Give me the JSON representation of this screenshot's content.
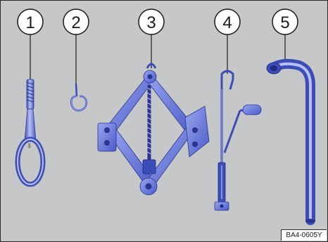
{
  "figure": {
    "callouts": [
      "1",
      "2",
      "3",
      "4",
      "5"
    ],
    "code": "BA4-0605Y"
  },
  "tools": [
    {
      "number": "1",
      "icon": "towing-eye-icon"
    },
    {
      "number": "2",
      "icon": "wire-hook-icon"
    },
    {
      "number": "3",
      "icon": "scissor-jack-icon"
    },
    {
      "number": "4",
      "icon": "jack-crank-handle-icon"
    },
    {
      "number": "5",
      "icon": "wheel-wrench-icon"
    }
  ],
  "colors": {
    "background": "#c6c7c8",
    "tool_fill": "#7f8ee6",
    "tool_dark": "#3c4db8",
    "tool_light": "#b6c0f4",
    "callout_fill": "#ffffff",
    "outline": "#1a1a1a"
  }
}
